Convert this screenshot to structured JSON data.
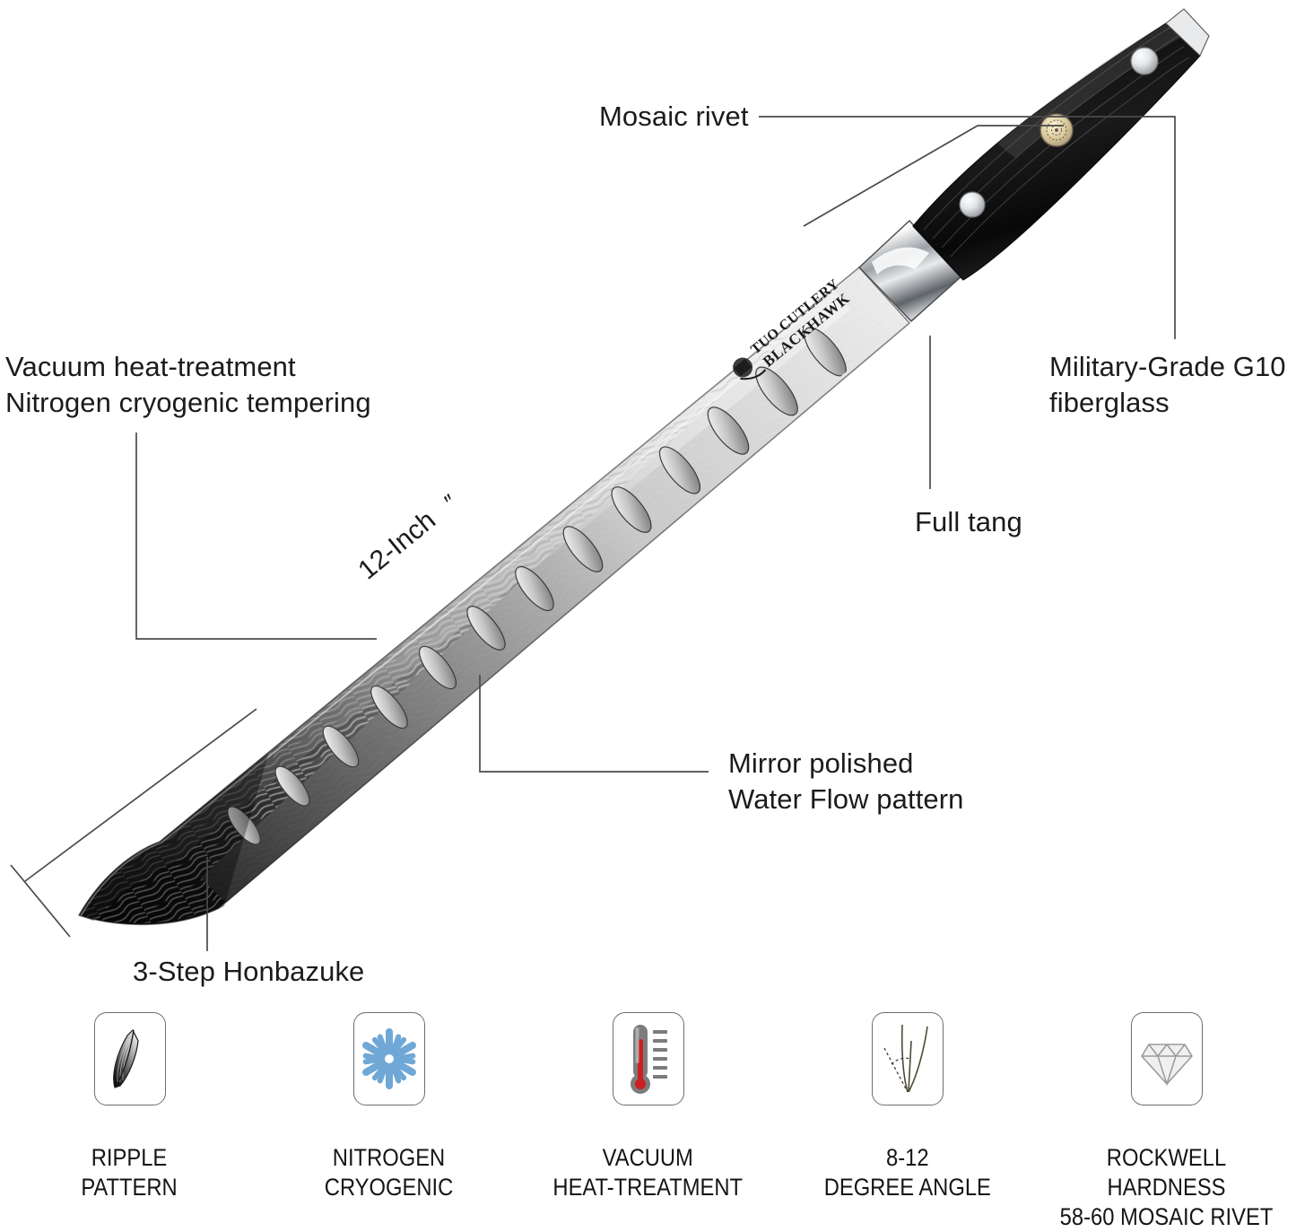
{
  "product": {
    "brand_line_1": "TUO CUTLERY",
    "brand_line_2": "BLACKHAWK",
    "size_label": "12-Inch",
    "size_unit": "″"
  },
  "callouts": [
    {
      "id": "mosaic-rivet",
      "text": "Mosaic rivet"
    },
    {
      "id": "vacuum-heat",
      "text": "Vacuum heat-treatment\nNitrogen cryogenic tempering"
    },
    {
      "id": "military-g10",
      "text": "Military-Grade G10\nfiberglass"
    },
    {
      "id": "full-tang",
      "text": "Full tang"
    },
    {
      "id": "mirror-polish",
      "text": "Mirror polished\nWater Flow pattern"
    },
    {
      "id": "honbazuke",
      "text": "3-Step Honbazuke"
    }
  ],
  "features": [
    {
      "id": "ripple-pattern",
      "icon": "blade-tip-icon",
      "label": "RIPPLE\nPATTERN"
    },
    {
      "id": "nitrogen-cryo",
      "icon": "snowflake-icon",
      "label": "NITROGEN\nCRYOGENIC"
    },
    {
      "id": "vacuum-heat-treat",
      "icon": "thermometer-icon",
      "label": "VACUUM\nHEAT-TREATMENT"
    },
    {
      "id": "degree-angle",
      "icon": "edge-angle-icon",
      "label": "8-12\nDEGREE ANGLE"
    },
    {
      "id": "rockwell-hardness",
      "icon": "diamond-icon",
      "label": "ROCKWELL HARDNESS\n58-60  MOSAIC RIVET"
    }
  ],
  "colors": {
    "background": "#ffffff",
    "text": "#1b1b1b",
    "leader_line": "#4a4a4a",
    "handle_black": "#121212",
    "bolster_steel": "#d9dcdf",
    "snowflake_blue": "#6fa8d6",
    "thermometer_red": "#cc1f1f",
    "thermometer_gray": "#7c7c7c",
    "diamond_gray": "#9a9a9a",
    "angle_olive": "#4f4a33",
    "icon_border": "#6e6e6e"
  }
}
